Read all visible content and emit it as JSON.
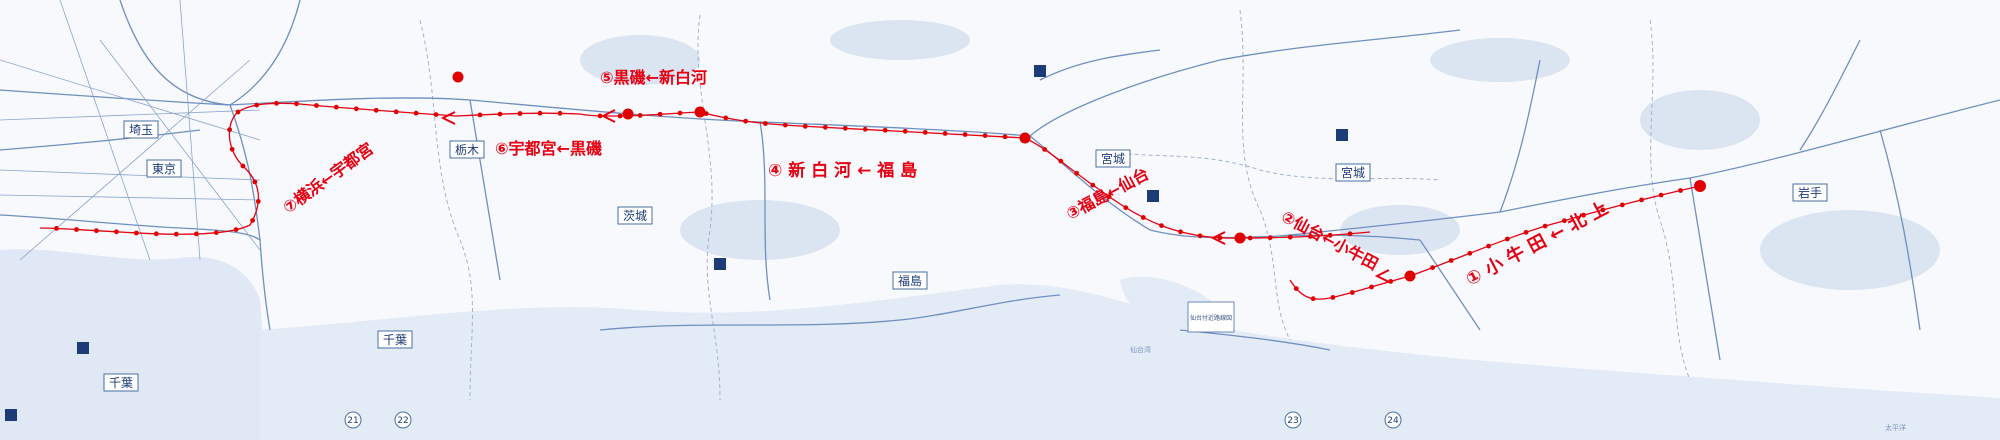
{
  "map": {
    "route_color": "#e60012",
    "base_line_color": "#6f8fbf",
    "water_color": "#dfe8f4",
    "land_color": "#f7f9fc",
    "sections": [
      {
        "label": "① 小 牛 田 ← 北 上"
      },
      {
        "label": "②仙台←小牛田"
      },
      {
        "label": "③福島←仙台"
      },
      {
        "label": "④ 新 白 河 ← 福 島"
      },
      {
        "label": "⑤黒磯←新白河"
      },
      {
        "label": "⑥宇都宮←黒磯"
      },
      {
        "label": "⑦横浜←宇都宮"
      }
    ],
    "prefectures": [
      {
        "name": "埼玉"
      },
      {
        "name": "東京"
      },
      {
        "name": "栃木"
      },
      {
        "name": "茨城"
      },
      {
        "name": "千葉"
      },
      {
        "name": "千葉"
      },
      {
        "name": "福島"
      },
      {
        "name": "宮城"
      },
      {
        "name": "宮城"
      },
      {
        "name": "岩手"
      }
    ],
    "notes": [
      {
        "text": "仙台付近路線図"
      }
    ],
    "page_markers": [
      "21",
      "22",
      "23",
      "24"
    ],
    "sea_labels": [
      "太平洋",
      "仙台湾"
    ]
  }
}
